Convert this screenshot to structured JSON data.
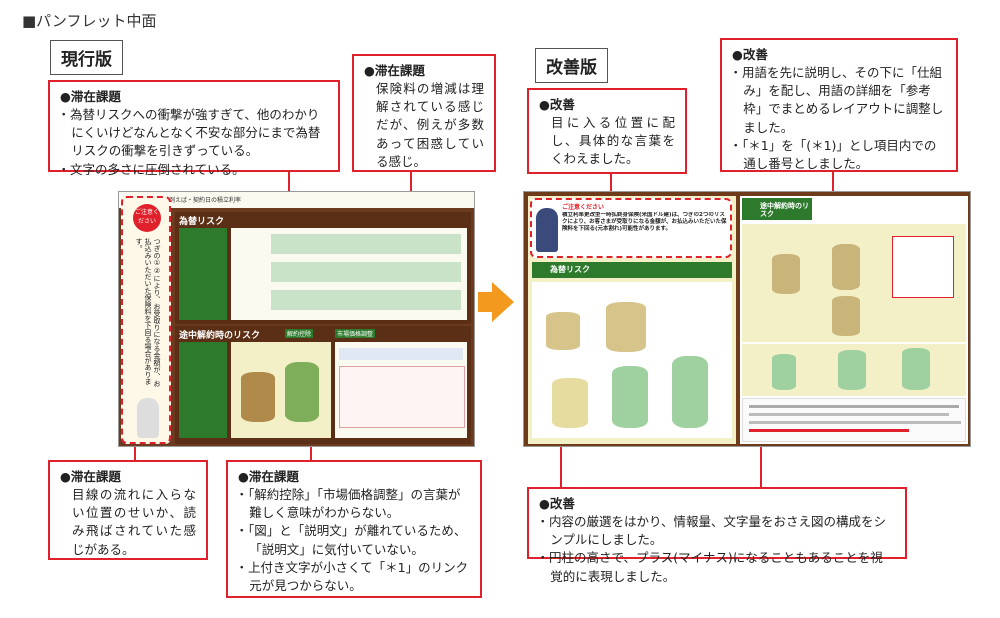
{
  "page_title": "■パンフレット中面",
  "sections": {
    "current": "現行版",
    "improved": "改善版"
  },
  "callouts": {
    "cur_topleft": {
      "head": "●滞在課題",
      "items": [
        "為替リスクへの衝撃が強すぎて、他のわかりにくいけどなんとなく不安な部分にまで為替リスクの衝撃を引きずっている。",
        "文字の多さに圧倒されている。"
      ]
    },
    "cur_topright": {
      "head": "●滞在課題",
      "body": "保険料の増減は理解されている感じだが、例えが多数あって困惑している感じ。"
    },
    "cur_bottomleft": {
      "head": "●滞在課題",
      "body": "目線の流れに入らない位置のせいか、読み飛ばされていた感じがある。"
    },
    "cur_bottomright": {
      "head": "●滞在課題",
      "items": [
        "「解約控除」「市場価格調整」の言葉が難しく意味がわからない。",
        "「図」と「説明文」が離れているため、「説明文」に気付いていない。",
        "上付き文字が小さくて「＊1」のリンク元が見つからない。"
      ]
    },
    "imp_topleft": {
      "head": "●改善",
      "body": "目に入る位置に配し、具体的な言葉をくわえました。"
    },
    "imp_topright": {
      "head": "●改善",
      "items": [
        "用語を先に説明し、その下に「仕組み」を配し、用語の詳細を「参考枠」でまとめるレイアウトに調整しました。",
        "「＊1」を「(＊1)」とし項目内での通し番号としました。"
      ]
    },
    "imp_bottom": {
      "head": "●改善",
      "items": [
        "内容の厳選をはかり、情報量、文字量をおさえ図の構成をシンプルにしました。",
        "円柱の高さで、プラス(マイナス)になることもあることを視覚的に表現しました。"
      ]
    }
  },
  "pamphlet": {
    "cur_header": "例えば・契約日の積立利率",
    "cur_sec1": "為替リスク",
    "cur_sec2": "途中解約時のリスク",
    "cur_sec2_tag1": "解約控除",
    "cur_sec2_tag2": "市場価格調整",
    "cur_badge": "ご注意ください",
    "cur_vertical": "つぎの①②により、お受取りになる金額が、お払込みいただいた保険料を下回る場合があります。",
    "imp_notice_head": "ご注意ください",
    "imp_notice_body": "積立利率更改型一時払終身保険(米国ドル建)は、つぎの2つのリスクにより、お客さまが受取りになる金額が、お払込みいただいた保険料を下回る(元本割れ)可能性があります。",
    "imp_risk1": "為替リスク",
    "imp_risk2": "途中解約時のリスク"
  },
  "colors": {
    "callout_border": "#e0202a",
    "arrow": "#f39a1e",
    "pamphlet_brown": "#6b3a1f",
    "pamphlet_green": "#2d7a2d"
  }
}
